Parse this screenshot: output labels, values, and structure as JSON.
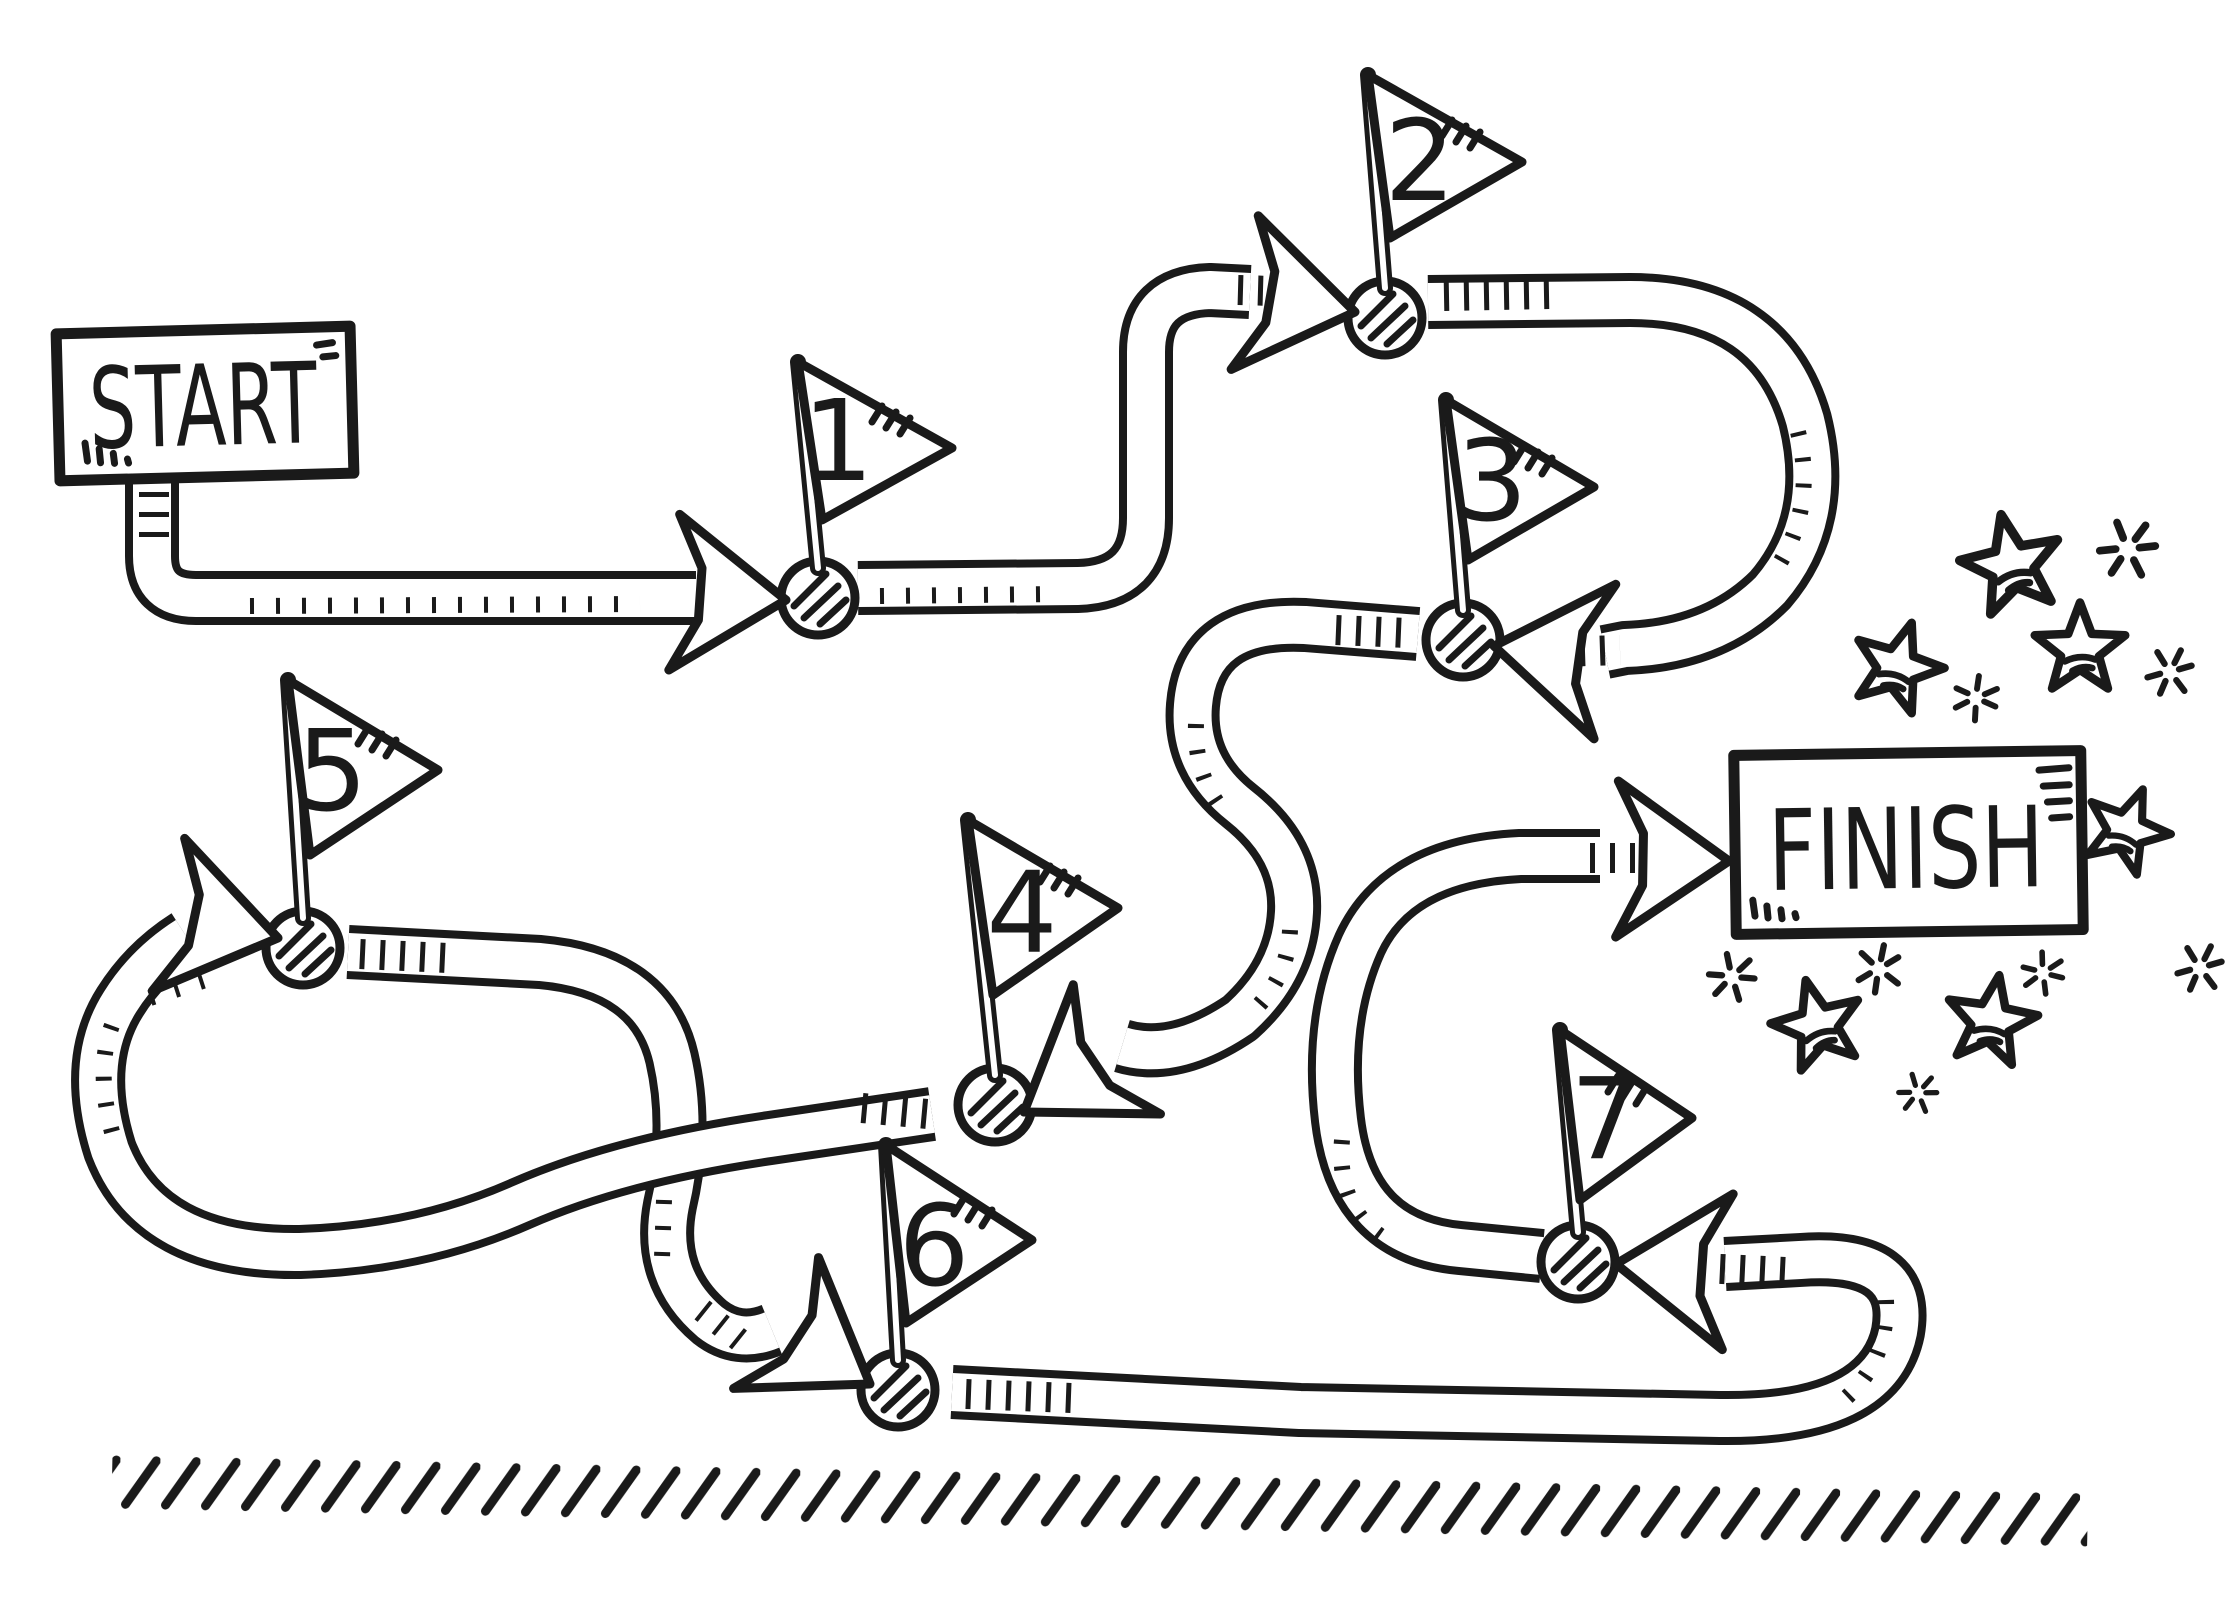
{
  "colors": {
    "ink": "#1a1a1a",
    "paper": "#ffffff"
  },
  "start": {
    "label": "START"
  },
  "finish": {
    "label": "FINISH"
  },
  "flags": [
    {
      "number": "1"
    },
    {
      "number": "2"
    },
    {
      "number": "3"
    },
    {
      "number": "4"
    },
    {
      "number": "5"
    },
    {
      "number": "6"
    },
    {
      "number": "7"
    }
  ],
  "sequence": [
    "START",
    "1",
    "2",
    "3",
    "4",
    "5",
    "6",
    "7",
    "FINISH"
  ],
  "decorations": {
    "star_icon": "five-point-star",
    "sparkle_icon": "sparkle-dashes",
    "stars_visible": 6,
    "sparkles_visible": 8,
    "ground": "diagonal-hatch-strokes"
  }
}
